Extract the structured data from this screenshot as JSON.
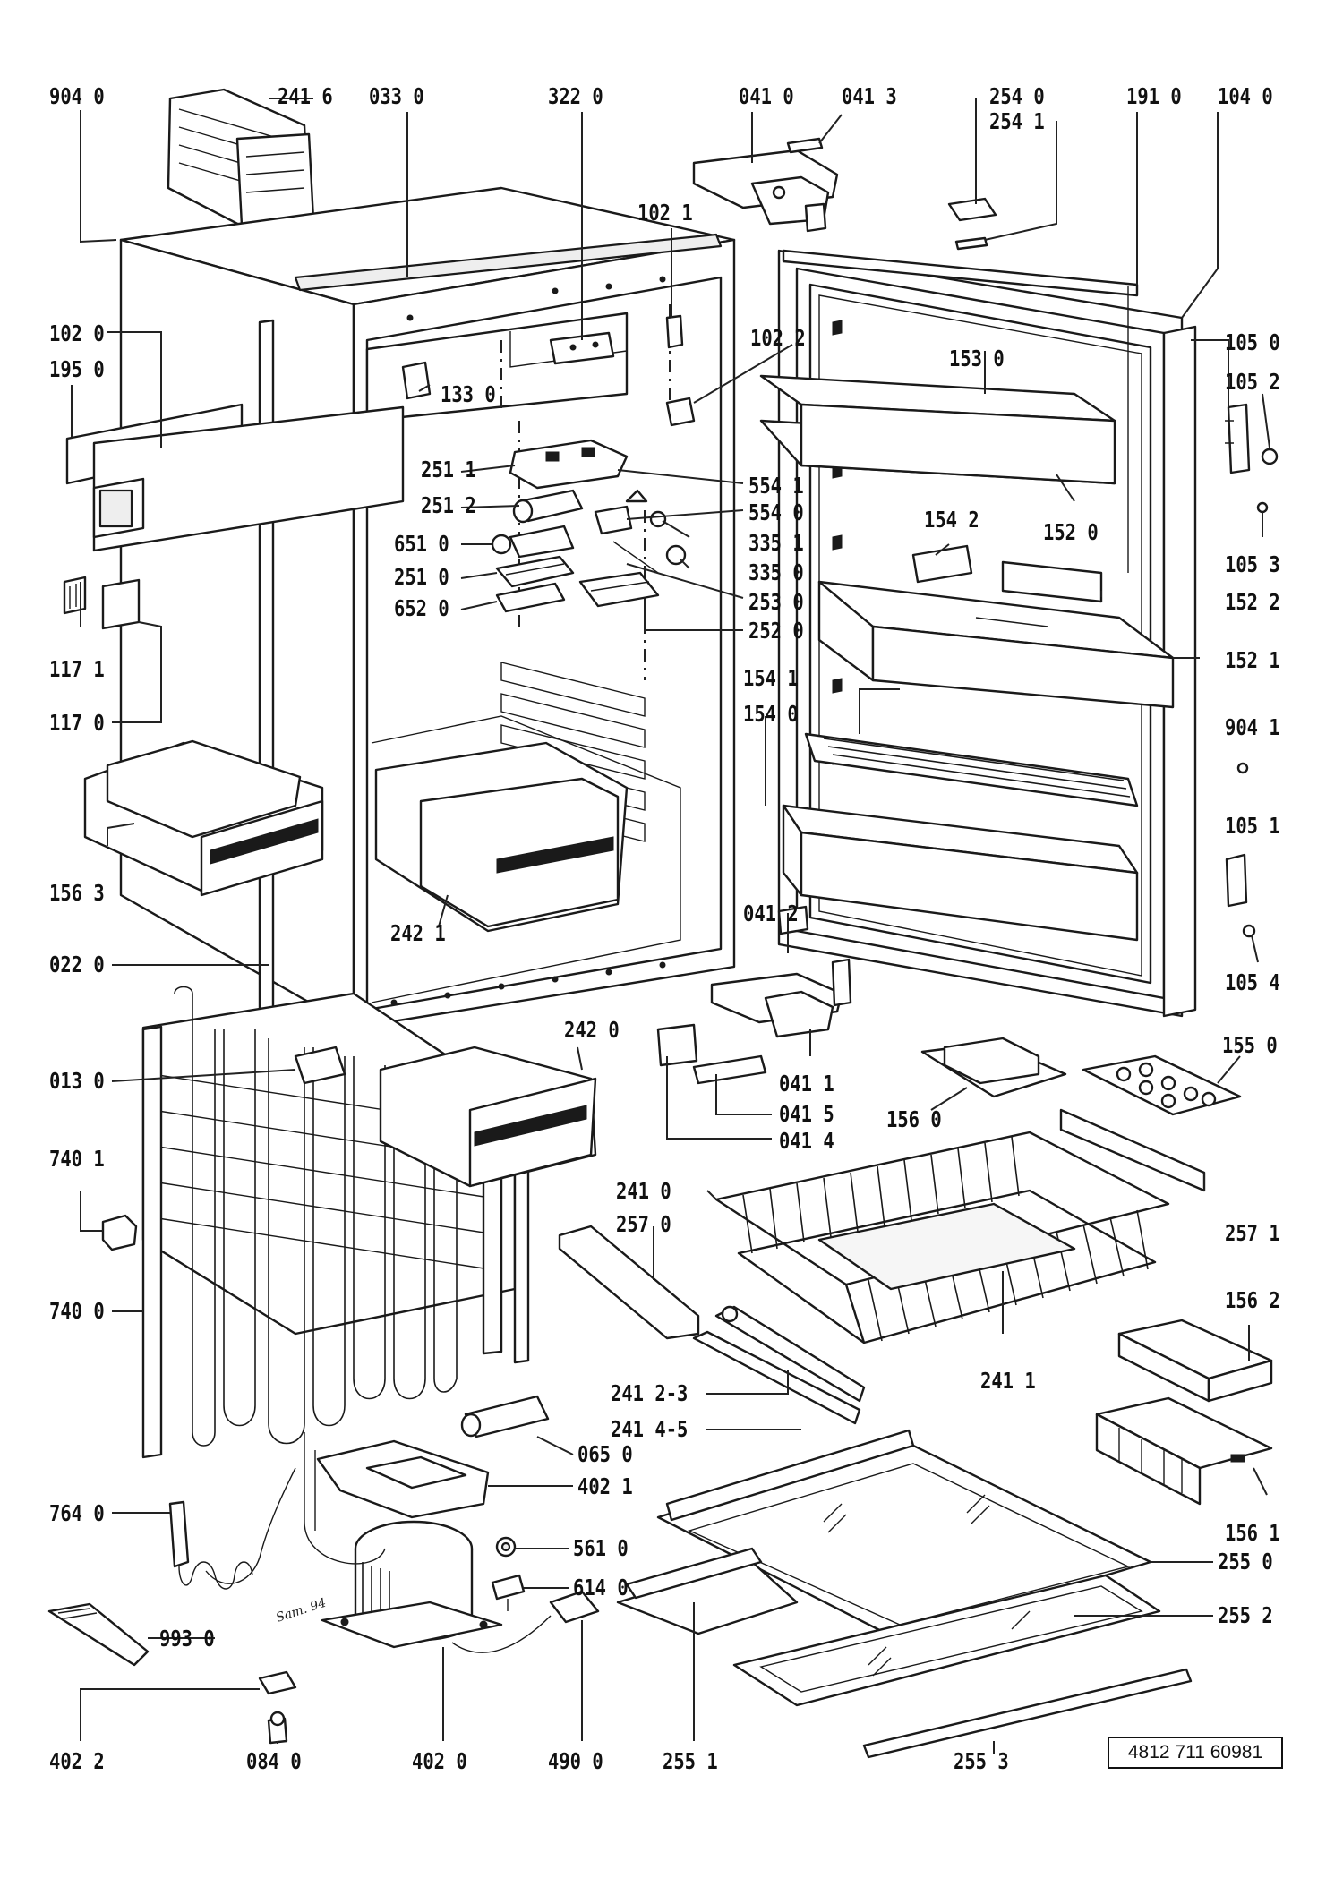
{
  "diagram": {
    "document_number": "4812 711 60981",
    "labels": [
      {
        "id": "904-0",
        "text": "904 0"
      },
      {
        "id": "241-6",
        "text": "241 6"
      },
      {
        "id": "033-0",
        "text": "033 0"
      },
      {
        "id": "322-0",
        "text": "322 0"
      },
      {
        "id": "041-0",
        "text": "041 0"
      },
      {
        "id": "041-3",
        "text": "041 3"
      },
      {
        "id": "254-0",
        "text": "254 0"
      },
      {
        "id": "254-1",
        "text": "254 1"
      },
      {
        "id": "191-0",
        "text": "191 0"
      },
      {
        "id": "104-0",
        "text": "104 0"
      },
      {
        "id": "102-1",
        "text": "102 1"
      },
      {
        "id": "102-0",
        "text": "102 0"
      },
      {
        "id": "102-2",
        "text": "102 2"
      },
      {
        "id": "195-0",
        "text": "195 0"
      },
      {
        "id": "105-0",
        "text": "105 0"
      },
      {
        "id": "153-0",
        "text": "153 0"
      },
      {
        "id": "105-2",
        "text": "105 2"
      },
      {
        "id": "133-0",
        "text": "133 0"
      },
      {
        "id": "251-1",
        "text": "251 1"
      },
      {
        "id": "554-1",
        "text": "554 1"
      },
      {
        "id": "251-2",
        "text": "251 2"
      },
      {
        "id": "554-0",
        "text": "554 0"
      },
      {
        "id": "154-2",
        "text": "154 2"
      },
      {
        "id": "651-0",
        "text": "651 0"
      },
      {
        "id": "335-1",
        "text": "335 1"
      },
      {
        "id": "152-0",
        "text": "152 0"
      },
      {
        "id": "105-3",
        "text": "105 3"
      },
      {
        "id": "251-0",
        "text": "251 0"
      },
      {
        "id": "335-0",
        "text": "335 0"
      },
      {
        "id": "253-0",
        "text": "253 0"
      },
      {
        "id": "652-0",
        "text": "652 0"
      },
      {
        "id": "152-2",
        "text": "152 2"
      },
      {
        "id": "252-0",
        "text": "252 0"
      },
      {
        "id": "152-1",
        "text": "152 1"
      },
      {
        "id": "117-1",
        "text": "117 1"
      },
      {
        "id": "154-1",
        "text": "154 1"
      },
      {
        "id": "154-0",
        "text": "154 0"
      },
      {
        "id": "117-0",
        "text": "117 0"
      },
      {
        "id": "904-1",
        "text": "904 1"
      },
      {
        "id": "105-1",
        "text": "105 1"
      },
      {
        "id": "156-3",
        "text": "156 3"
      },
      {
        "id": "242-1",
        "text": "242 1"
      },
      {
        "id": "041-2",
        "text": "041 2"
      },
      {
        "id": "022-0",
        "text": "022 0"
      },
      {
        "id": "105-4",
        "text": "105 4"
      },
      {
        "id": "242-0",
        "text": "242 0"
      },
      {
        "id": "041-1",
        "text": "041 1"
      },
      {
        "id": "155-0",
        "text": "155 0"
      },
      {
        "id": "013-0",
        "text": "013 0"
      },
      {
        "id": "041-5",
        "text": "041 5"
      },
      {
        "id": "156-0",
        "text": "156 0"
      },
      {
        "id": "041-4",
        "text": "041 4"
      },
      {
        "id": "740-1",
        "text": "740 1"
      },
      {
        "id": "241-0",
        "text": "241 0"
      },
      {
        "id": "257-0",
        "text": "257 0"
      },
      {
        "id": "257-1",
        "text": "257 1"
      },
      {
        "id": "740-0",
        "text": "740 0"
      },
      {
        "id": "156-2",
        "text": "156 2"
      },
      {
        "id": "241-1",
        "text": "241 1"
      },
      {
        "id": "241-2-3",
        "text": "241 2-3"
      },
      {
        "id": "241-4-5",
        "text": "241 4-5"
      },
      {
        "id": "065-0",
        "text": "065 0"
      },
      {
        "id": "402-1",
        "text": "402 1"
      },
      {
        "id": "156-1",
        "text": "156 1"
      },
      {
        "id": "764-0",
        "text": "764 0"
      },
      {
        "id": "561-0",
        "text": "561 0"
      },
      {
        "id": "255-0",
        "text": "255 0"
      },
      {
        "id": "614-0",
        "text": "614 0"
      },
      {
        "id": "255-2",
        "text": "255 2"
      },
      {
        "id": "993-0",
        "text": "993 0"
      },
      {
        "id": "402-2",
        "text": "402 2"
      },
      {
        "id": "084-0",
        "text": "084 0"
      },
      {
        "id": "402-0",
        "text": "402 0"
      },
      {
        "id": "490-0",
        "text": "490 0"
      },
      {
        "id": "255-1",
        "text": "255 1"
      },
      {
        "id": "255-3",
        "text": "255 3"
      }
    ],
    "handwritten_note": "Sam. 94"
  }
}
